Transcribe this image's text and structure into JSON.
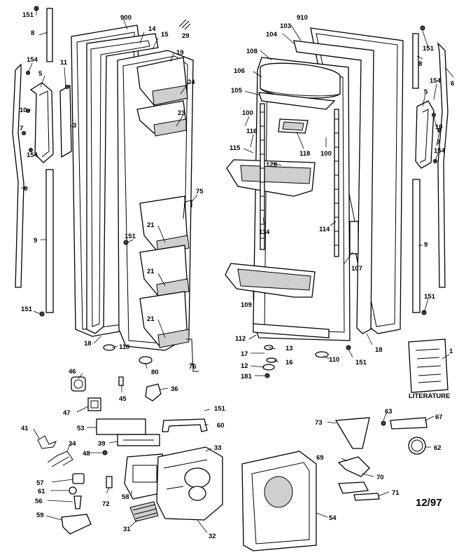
{
  "diagram": {
    "stamp": "12/97",
    "literature_label": "LITERATURE",
    "part_numbers": {
      "p900": "900",
      "p910": "910",
      "p14": "14",
      "p15": "15",
      "p29": "29",
      "p19": "19",
      "p151a": "151",
      "p8a": "8",
      "p11": "11",
      "p154a": "154",
      "p5a": "5",
      "p10a": "10",
      "p3": "3",
      "p7a": "7",
      "p154b": "154",
      "p6a": "6",
      "p9a": "9",
      "p151b": "151",
      "p24": "24",
      "p23": "23",
      "p75": "75",
      "p21a": "21",
      "p21b": "21",
      "p21c": "21",
      "p151c": "151",
      "p18a": "18",
      "p110a": "110",
      "p80": "80",
      "p76": "76",
      "p103": "103",
      "p104": "104",
      "p108": "108",
      "p106": "106",
      "p105": "105",
      "p100a": "100",
      "p116": "116",
      "p115": "115",
      "p118": "118",
      "p100b": "100",
      "p128": "128",
      "p114a": "114",
      "p114b": "114",
      "p107": "107",
      "p109": "109",
      "p112": "112",
      "p18b": "18",
      "p13": "13",
      "p17": "17",
      "p16": "16",
      "p12": "12",
      "p181": "181",
      "p110b": "110",
      "p151d": "151",
      "p151e": "151",
      "p8b": "8",
      "p6b": "6",
      "p154c": "154",
      "p5b": "5",
      "p10b": "10",
      "p7b": "7",
      "p154d": "154",
      "p9b": "9",
      "p151f": "151",
      "p1": "1",
      "p46": "46",
      "p45": "45",
      "p36": "36",
      "p47": "47",
      "p151g": "151",
      "p53": "53",
      "p60": "60",
      "p41": "41",
      "p34": "34",
      "p39": "39",
      "p33": "33",
      "p48": "48",
      "p57": "57",
      "p61": "61",
      "p72": "72",
      "p58": "58",
      "p56": "56",
      "p59": "59",
      "p31": "31",
      "p32": "32",
      "p54": "54",
      "p73": "73",
      "p63": "63",
      "p67": "67",
      "p62": "62",
      "p69": "69",
      "p70": "70",
      "p71": "71"
    }
  }
}
